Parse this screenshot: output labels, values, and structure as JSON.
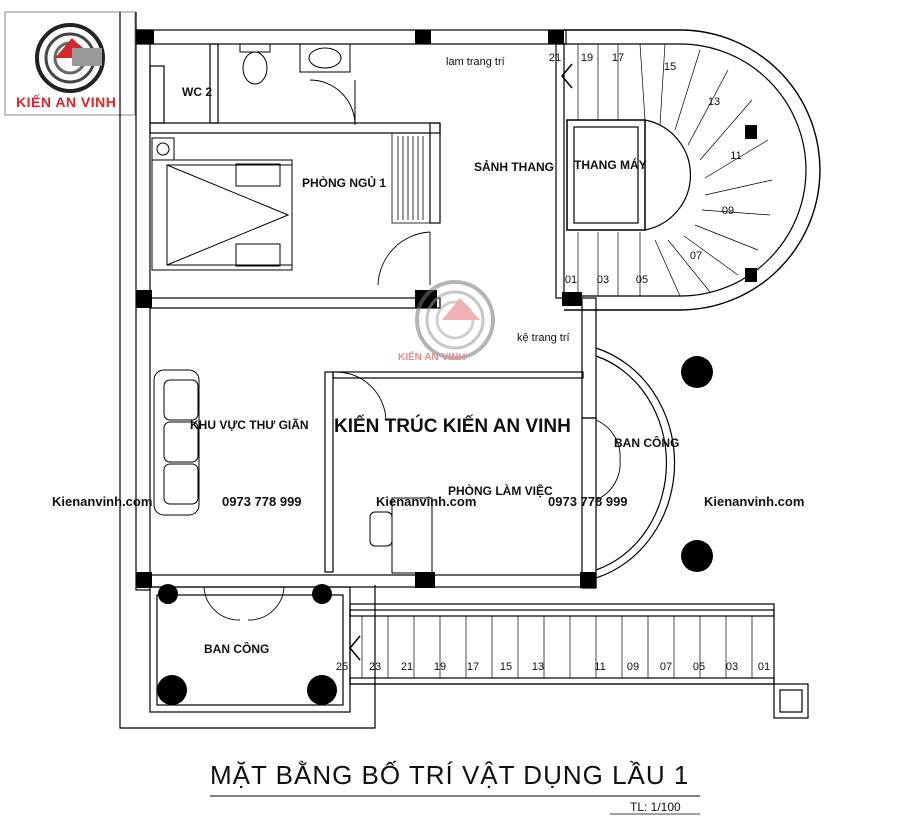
{
  "logo": {
    "text": "KIẾN AN VINH",
    "watermark_text": "KIẾN AN VINH"
  },
  "rooms": {
    "wc2": "WC 2",
    "decor_slats": "lam trang trí",
    "bedroom1": "PHÒNG NGỦ 1",
    "stair_hall": "SẢNH THANG",
    "elevator": "THANG MÁY",
    "decor_shelf": "kệ trang trí",
    "relax_area": "KHU VỰC THƯ GIÃN",
    "study": "PHÒNG LÀM VIỆC",
    "balcony_right": "BAN CÔNG",
    "balcony_bottom": "BAN CÔNG"
  },
  "brand_center": "KIẾN TRÚC KIẾN AN VINH",
  "watermarks": [
    "Kienanvinh.com",
    "0973 778 999",
    "Kienanvinh.com",
    "0973 778 999",
    "Kienanvinh.com"
  ],
  "curved_stair_steps": [
    "01",
    "03",
    "05",
    "07",
    "09",
    "11",
    "13",
    "15",
    "17",
    "19",
    "21"
  ],
  "straight_stair_steps": [
    "25",
    "23",
    "21",
    "19",
    "17",
    "15",
    "13",
    "11",
    "09",
    "07",
    "05",
    "03",
    "01"
  ],
  "title": "MẶT BẰNG BỐ TRÍ VẬT DỤNG LẦU 1",
  "scale": "TL: 1/100",
  "colors": {
    "wall": "#000000",
    "logo_red": "#d62828",
    "logo_gray": "#6b6b6b"
  }
}
